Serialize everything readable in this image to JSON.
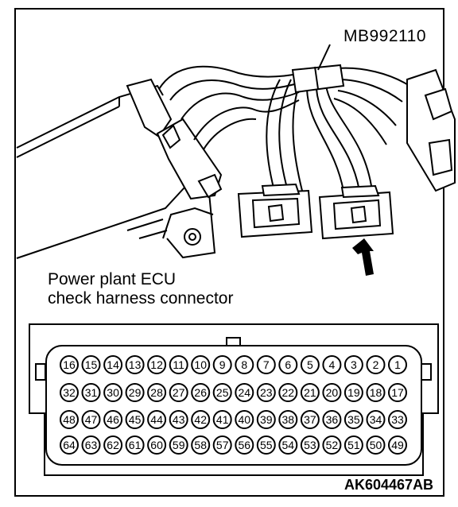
{
  "labels": {
    "part_number": "MB992110",
    "connector_name_line1": "Power plant ECU",
    "connector_name_line2": "check harness connector",
    "figure_code": "AK604467AB"
  },
  "connector": {
    "rows": [
      [
        "16",
        "15",
        "14",
        "13",
        "12",
        "11",
        "10",
        "9",
        "8",
        "7",
        "6",
        "5",
        "4",
        "3",
        "2",
        "1"
      ],
      [
        "32",
        "31",
        "30",
        "29",
        "28",
        "27",
        "26",
        "25",
        "24",
        "23",
        "22",
        "21",
        "20",
        "19",
        "18",
        "17"
      ],
      [
        "48",
        "47",
        "46",
        "45",
        "44",
        "43",
        "42",
        "41",
        "40",
        "39",
        "38",
        "37",
        "36",
        "35",
        "34",
        "33"
      ],
      [
        "64",
        "63",
        "62",
        "61",
        "60",
        "59",
        "58",
        "57",
        "56",
        "55",
        "54",
        "53",
        "52",
        "51",
        "50",
        "49"
      ]
    ]
  },
  "colors": {
    "line": "#000000",
    "background": "#ffffff"
  }
}
